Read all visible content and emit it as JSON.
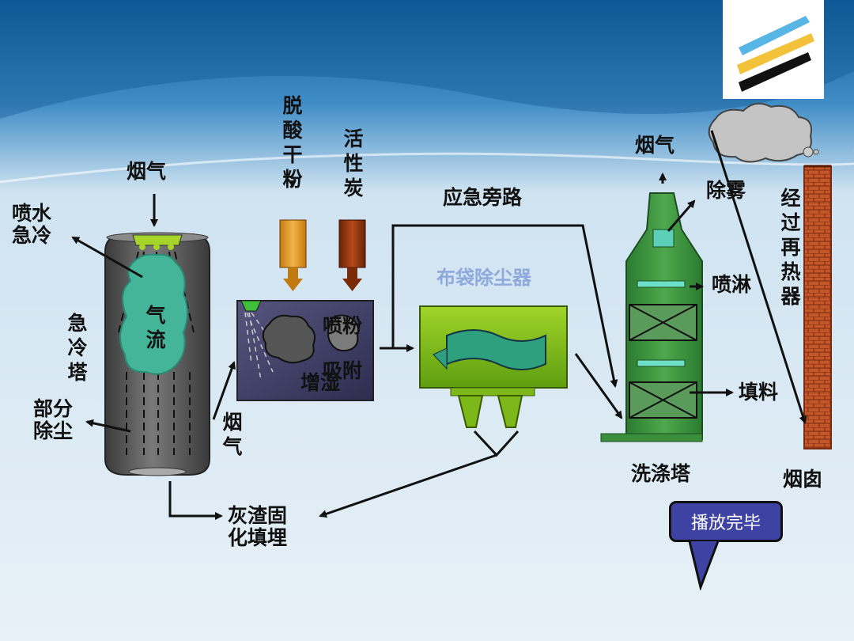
{
  "diagram": {
    "labels": {
      "flue_gas_top": "烟气",
      "spray_quench": "喷水\n急冷",
      "quench_tower": "急冷塔",
      "airflow": "气流",
      "partial_dust": "部分\n除尘",
      "flue_gas_side": "烟气",
      "deacid_powder": "脱酸干粉",
      "activated_carbon": "活性炭",
      "spray_powder": "喷粉",
      "adsorption": "吸附",
      "humidify": "增湿",
      "emergency_bypass": "应急旁路",
      "bag_filter": "布袋除尘器",
      "ash_solidify": "灰渣固\n化填埋",
      "flue_gas_out": "烟气",
      "demist": "除雾",
      "spray": "喷淋",
      "packing": "填料",
      "scrubber": "洗涤塔",
      "reheat": "经过再热器",
      "chimney": "烟囱"
    },
    "colors": {
      "tower_gray": "#6a6a6a",
      "scrubber_green": "#3a8f3c",
      "bag_filter_green": "#8ecb1e",
      "airflow_teal": "#45b59a",
      "reactor_purple": "#3d3c66",
      "chimney_brick": "#c4572a",
      "button_blue": "#3e43a3"
    }
  },
  "controls": {
    "playback_done": "播放完毕"
  }
}
